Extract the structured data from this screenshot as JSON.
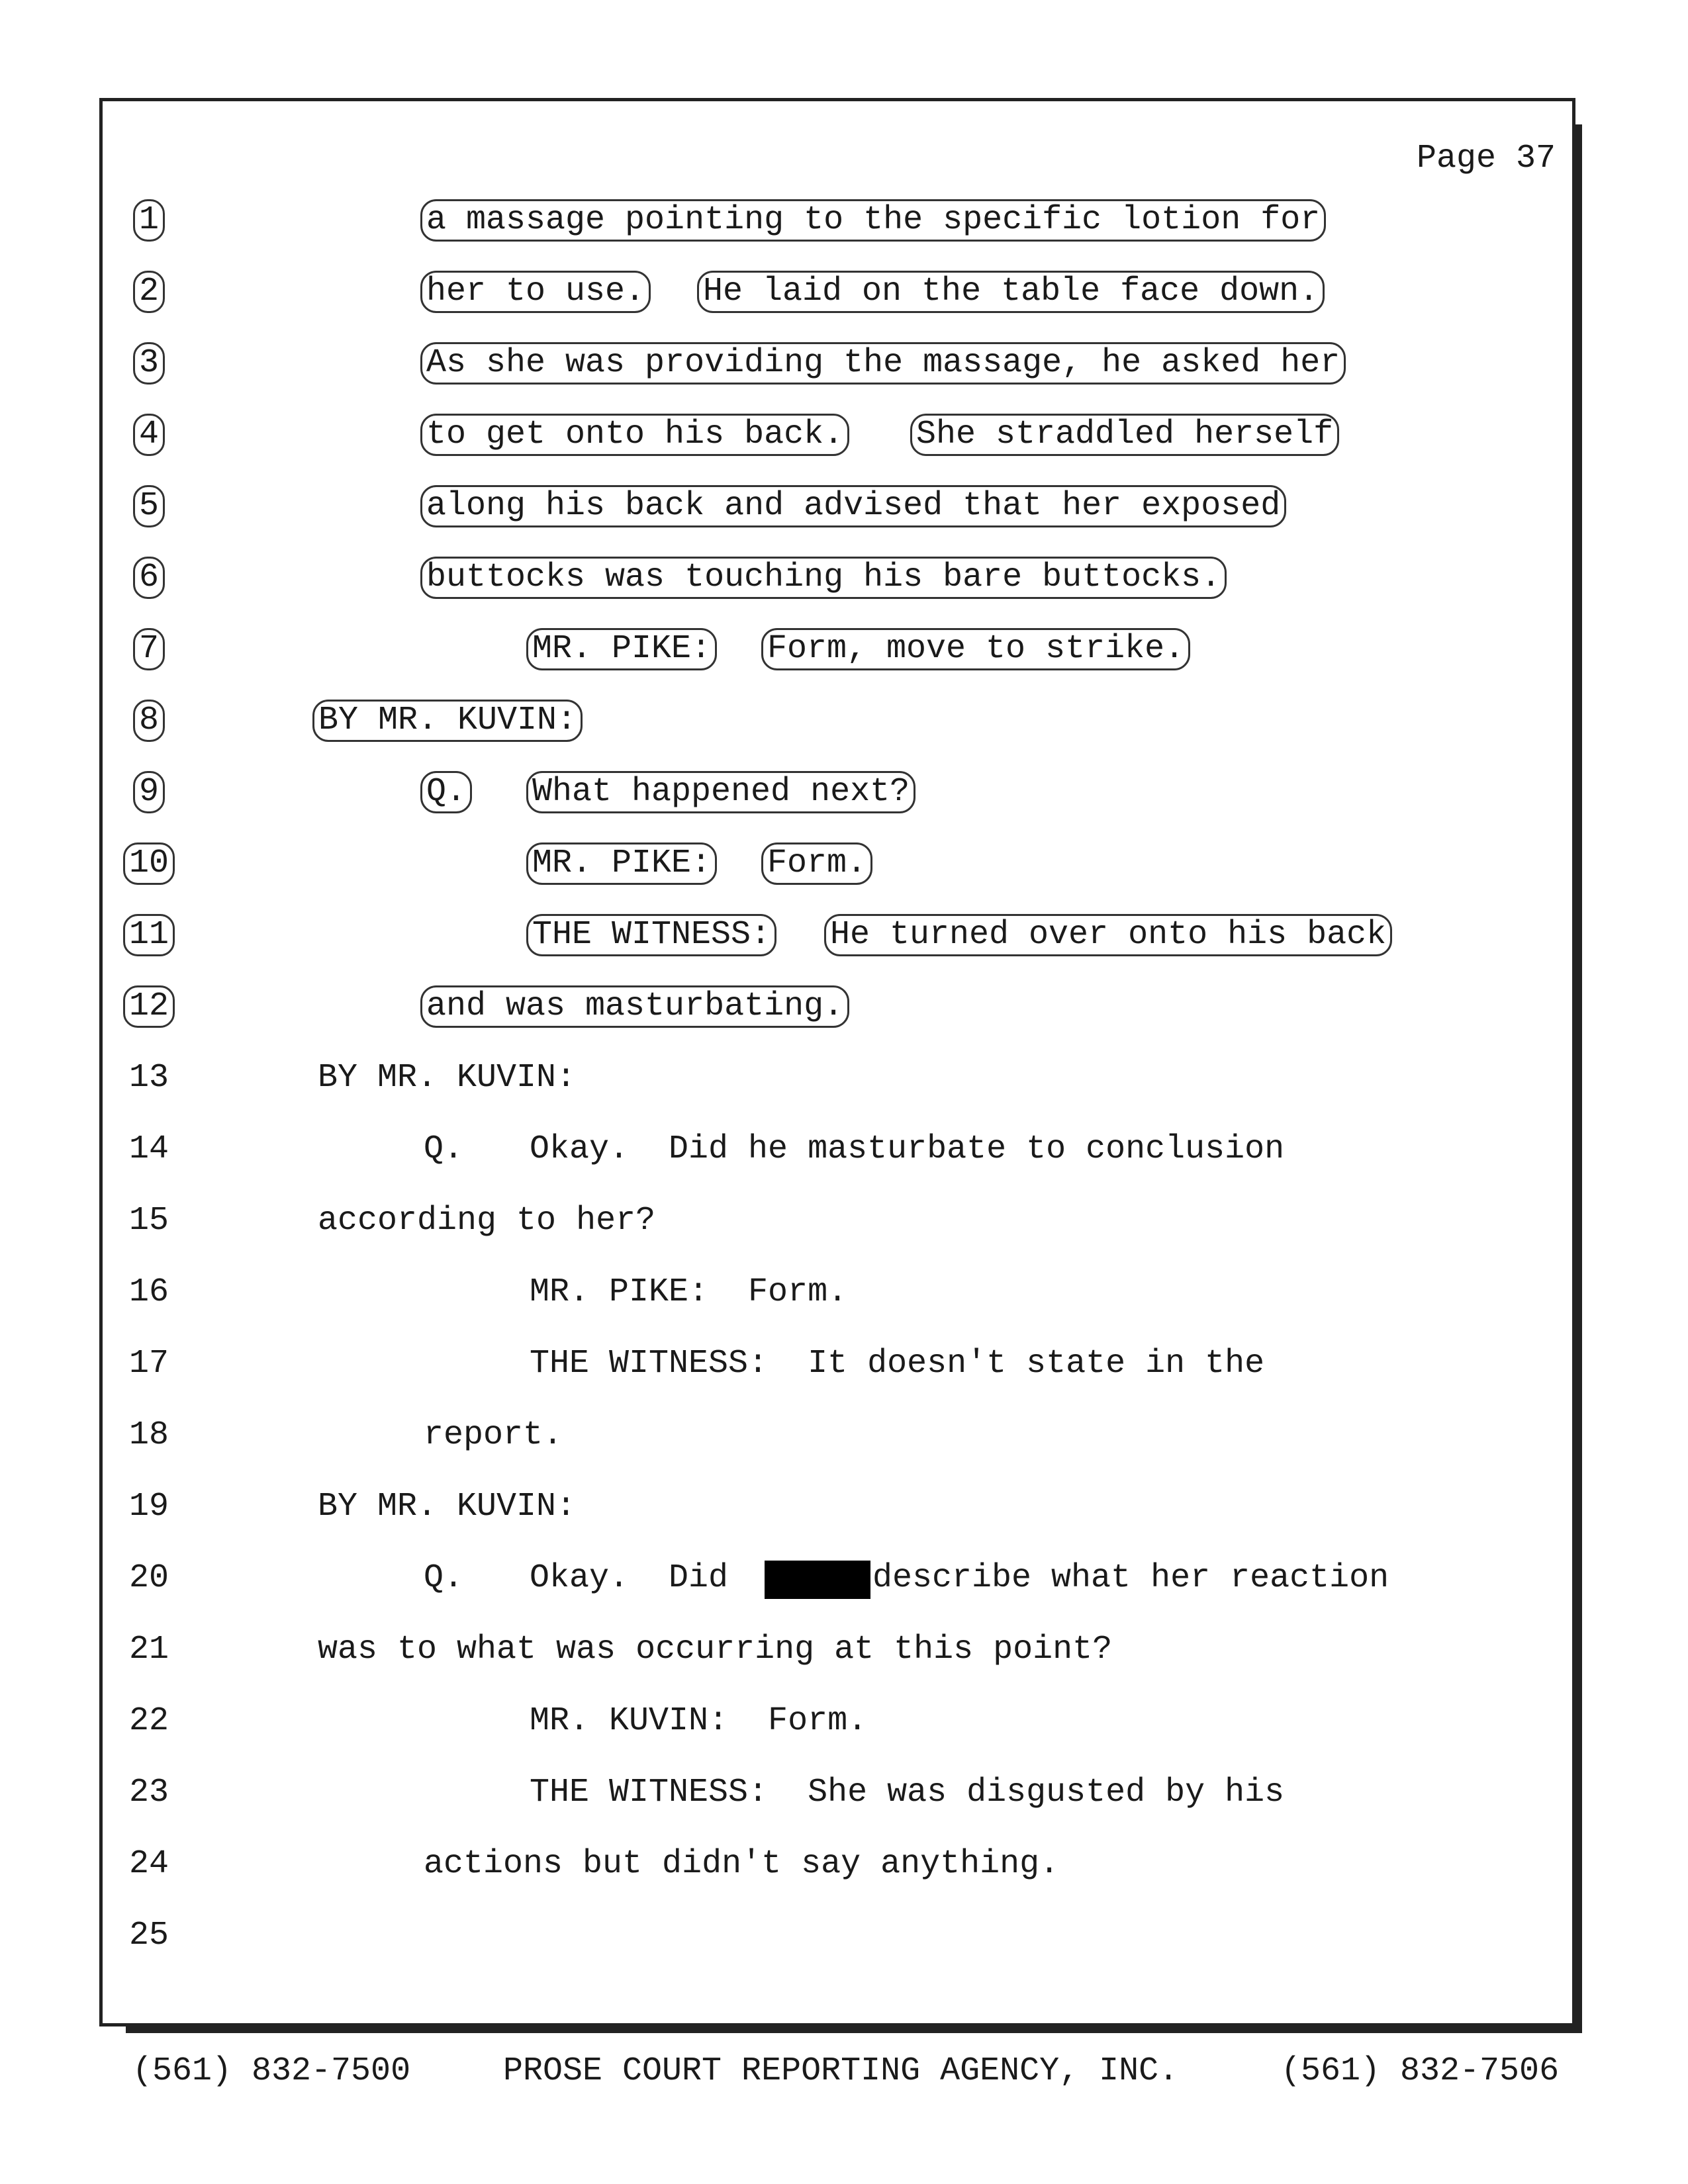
{
  "page": {
    "label": "Page 37"
  },
  "lines": [
    {
      "number": "1",
      "boxed": true,
      "segments": [
        {
          "text": "a massage pointing to the specific lotion for",
          "boxed": true
        }
      ]
    },
    {
      "number": "2",
      "boxed": true,
      "segments": [
        {
          "text": "her to use.",
          "boxed": true
        },
        {
          "text": "He laid on the table face down.",
          "boxed": true
        }
      ]
    },
    {
      "number": "3",
      "boxed": true,
      "segments": [
        {
          "text": "As she was providing the massage, he asked her",
          "boxed": true
        }
      ]
    },
    {
      "number": "4",
      "boxed": true,
      "segments": [
        {
          "text": "to get onto his back.",
          "boxed": true
        },
        {
          "text": "She straddled herself",
          "boxed": true
        }
      ]
    },
    {
      "number": "5",
      "boxed": true,
      "segments": [
        {
          "text": "along his back and advised that her exposed",
          "boxed": true
        }
      ]
    },
    {
      "number": "6",
      "boxed": true,
      "segments": [
        {
          "text": "buttocks was touching his bare buttocks.",
          "boxed": true
        }
      ]
    },
    {
      "number": "7",
      "boxed": true,
      "segments": [
        {
          "text": "MR. PIKE:",
          "boxed": true
        },
        {
          "text": "Form, move to strike.",
          "boxed": true
        }
      ]
    },
    {
      "number": "8",
      "boxed": true,
      "segments": [
        {
          "text": "BY MR. KUVIN:",
          "boxed": true
        }
      ]
    },
    {
      "number": "9",
      "boxed": true,
      "segments": [
        {
          "text": "Q.",
          "boxed": true
        },
        {
          "text": "What happened next?",
          "boxed": true
        }
      ]
    },
    {
      "number": "10",
      "boxed": true,
      "segments": [
        {
          "text": "MR. PIKE:",
          "boxed": true
        },
        {
          "text": "Form.",
          "boxed": true
        }
      ]
    },
    {
      "number": "11",
      "boxed": true,
      "segments": [
        {
          "text": "THE WITNESS:",
          "boxed": true
        },
        {
          "text": "He turned over onto his back",
          "boxed": true
        }
      ]
    },
    {
      "number": "12",
      "boxed": true,
      "segments": [
        {
          "text": "and was masturbating.",
          "boxed": true
        }
      ]
    },
    {
      "number": "13",
      "boxed": false,
      "segments": [
        {
          "text": "BY MR. KUVIN:",
          "boxed": false
        }
      ]
    },
    {
      "number": "14",
      "boxed": false,
      "segments": [
        {
          "text": "Q.",
          "boxed": false
        },
        {
          "text": "Okay.  Did he masturbate to conclusion",
          "boxed": false
        }
      ]
    },
    {
      "number": "15",
      "boxed": false,
      "segments": [
        {
          "text": "according to her?",
          "boxed": false
        }
      ]
    },
    {
      "number": "16",
      "boxed": false,
      "segments": [
        {
          "text": "MR. PIKE:  Form.",
          "boxed": false
        }
      ]
    },
    {
      "number": "17",
      "boxed": false,
      "segments": [
        {
          "text": "THE WITNESS:  It doesn't state in the",
          "boxed": false
        }
      ]
    },
    {
      "number": "18",
      "boxed": false,
      "segments": [
        {
          "text": "report.",
          "boxed": false
        }
      ]
    },
    {
      "number": "19",
      "boxed": false,
      "segments": [
        {
          "text": "BY MR. KUVIN:",
          "boxed": false
        }
      ]
    },
    {
      "number": "20",
      "boxed": false,
      "segments": [
        {
          "text": "Q.",
          "boxed": false
        },
        {
          "text": "Okay.  Did",
          "boxed": false
        },
        {
          "text": "describe what her reaction",
          "boxed": false
        }
      ]
    },
    {
      "number": "21",
      "boxed": false,
      "segments": [
        {
          "text": "was to what was occurring at this point?",
          "boxed": false
        }
      ]
    },
    {
      "number": "22",
      "boxed": false,
      "segments": [
        {
          "text": "MR. KUVIN:  Form.",
          "boxed": false
        }
      ]
    },
    {
      "number": "23",
      "boxed": false,
      "segments": [
        {
          "text": "THE WITNESS:  She was disgusted by his",
          "boxed": false
        }
      ]
    },
    {
      "number": "24",
      "boxed": false,
      "segments": [
        {
          "text": "actions but didn't say anything.",
          "boxed": false
        }
      ]
    },
    {
      "number": "25",
      "boxed": false,
      "segments": []
    }
  ],
  "footer": {
    "left_phone": "(561) 832-7500",
    "agency": "PROSE COURT REPORTING AGENCY, INC.",
    "right_phone": "(561) 832-7506"
  }
}
